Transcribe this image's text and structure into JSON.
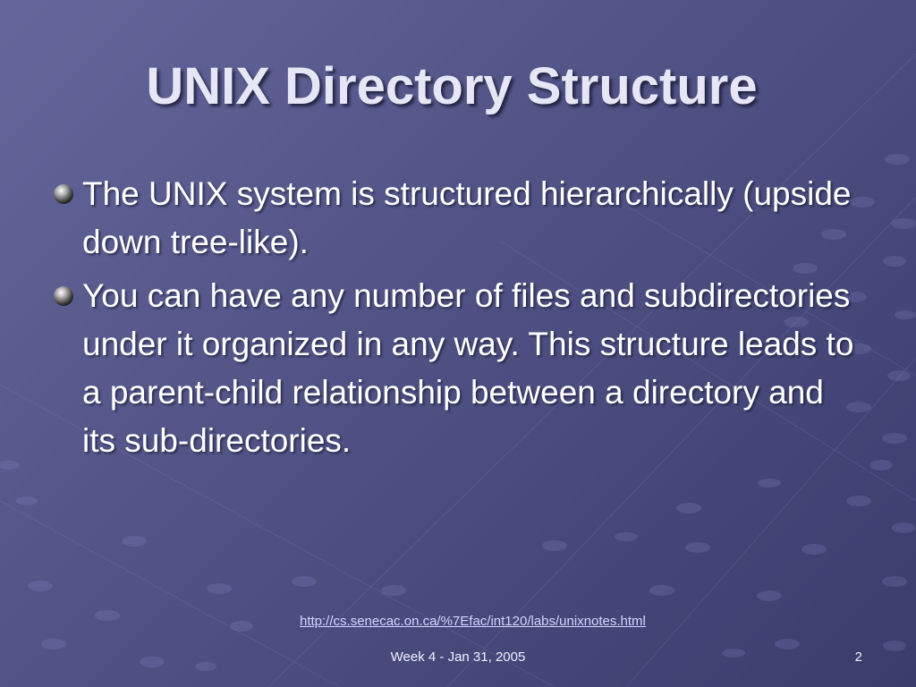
{
  "slide": {
    "title": "UNIX Directory Structure",
    "bullets": [
      {
        "text": "The UNIX system is structured hierarchically (upside down tree-like).",
        "icon": "sphere-bullet-icon"
      },
      {
        "text": "You can have any number of files and subdirectories under it organized in any way. This structure leads to a parent-child relationship between a directory and its sub-directories.",
        "icon": "sphere-bullet-icon"
      }
    ],
    "link": "http://cs.senecac.on.ca/%7Efac/int120/labs/unixnotes.html",
    "footer": {
      "center": "Week 4 - Jan 31, 2005",
      "page_number": "2"
    }
  },
  "colors": {
    "background_top": "#65679c",
    "background_bottom": "#3a3c6b",
    "title": "#e6e6f6",
    "body_text": "#ffffff",
    "link": "#d4d4ff"
  }
}
